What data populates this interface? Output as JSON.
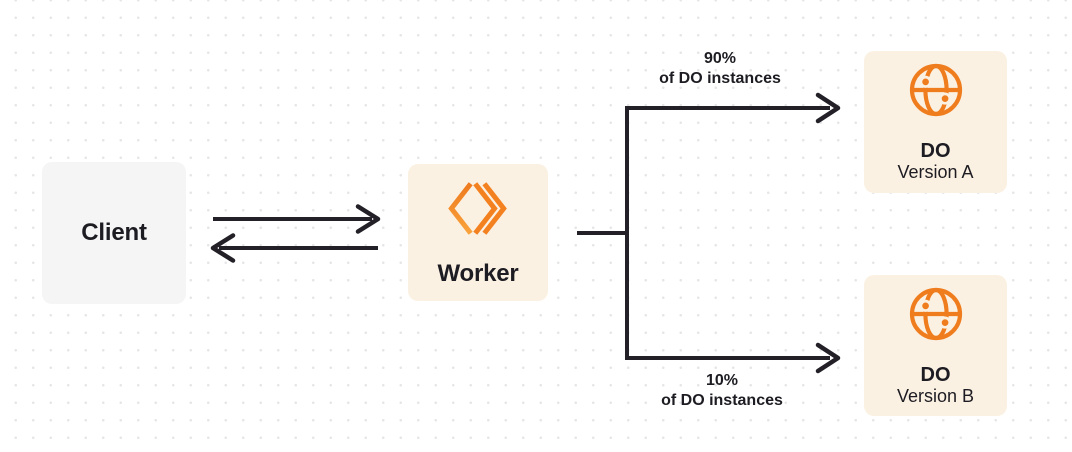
{
  "theme": {
    "accent_orange": "#F4811F",
    "accent_orange_dark": "#EE7A1E",
    "accent_orange_light": "#F9A33C",
    "globe_orange": "#EF7D1E",
    "arrow_color": "#232127",
    "text_color": "#1D1C22",
    "cream_box_bg": "#FBF1E3",
    "gray_box_bg": "#F5F5F6",
    "dot_grid_color": "#E6E5E8",
    "canvas_bg": "#FFFFFF"
  },
  "nodes": {
    "client": {
      "label": "Client"
    },
    "worker": {
      "label": "Worker",
      "icon": "cloudflare-workers-logo-icon"
    },
    "do_version_a": {
      "title": "DO",
      "subtitle": "Version A",
      "icon": "durable-object-globe-icon"
    },
    "do_version_b": {
      "title": "DO",
      "subtitle": "Version B",
      "icon": "durable-object-globe-icon"
    }
  },
  "edges": {
    "top_branch": {
      "label_line1": "90%",
      "label_line2": "of DO instances"
    },
    "bottom_branch": {
      "label_line1": "10%",
      "label_line2": "of DO instances"
    }
  }
}
